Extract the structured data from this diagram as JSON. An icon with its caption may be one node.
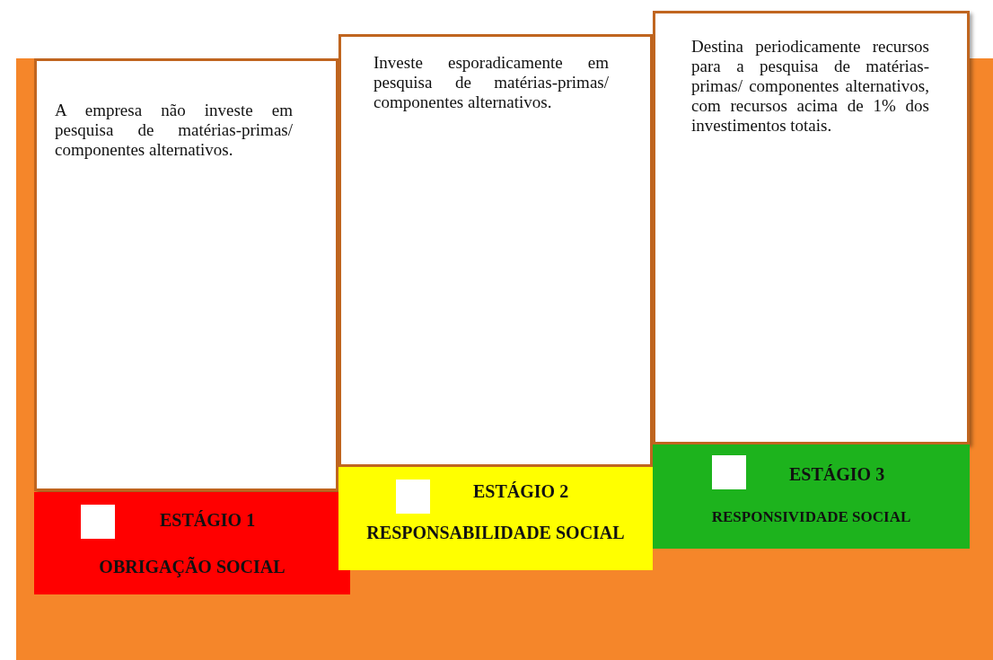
{
  "diagram": {
    "nodes": [
      {
        "text": [
          "A empresa não investe em pesquisa de matérias-primas/ componentes alternativos."
        ]
      },
      {
        "text": [
          "ESTÁGIO 1",
          "OBRIGAÇÃO SOCIAL"
        ]
      },
      {
        "text": [],
        "shape": "box",
        "in": 1
      },
      {
        "text": [
          "Investe esporadicamente em pesquisa de matérias-primas/ componentes alternativos."
        ]
      },
      {
        "text": [
          "ESTÁGIO 2",
          "RESPONSABILIDADE SOCIAL"
        ]
      },
      {
        "text": [],
        "shape": "box",
        "in": 4
      },
      {
        "text": [
          "Destina periodicamente recursos para a pesquisa de matérias-primas/ componentes alternativos, com recursos acima de 1% dos investimentos totais."
        ]
      },
      {
        "text": [
          "ESTÁGIO 3",
          "RESPONSIVIDADE SOCIAL"
        ]
      },
      {
        "text": [],
        "shape": "box",
        "in": 7
      }
    ],
    "edges": []
  }
}
